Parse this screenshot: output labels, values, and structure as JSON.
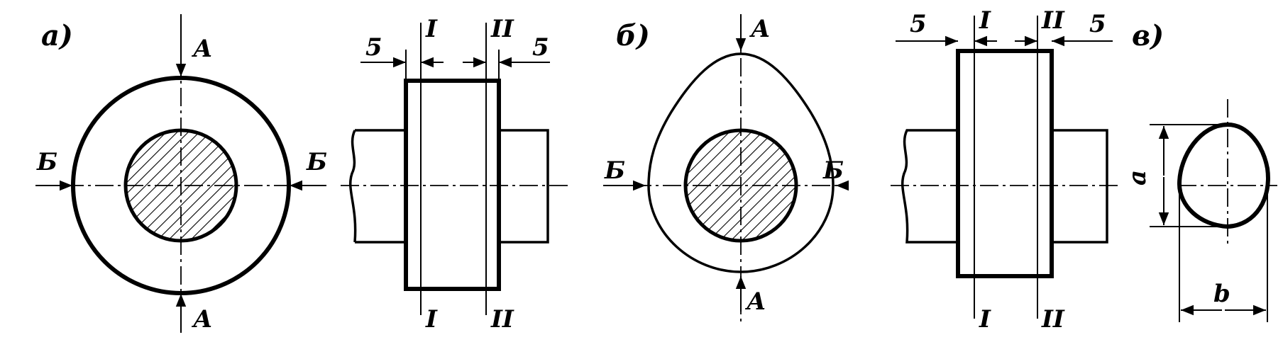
{
  "figure": {
    "panel_labels": {
      "a": "а)",
      "b": "б)",
      "c": "в)"
    },
    "section_arrows": {
      "vertical": "А",
      "horizontal": "Б"
    },
    "planes": {
      "first": "I",
      "second": "II"
    },
    "dimensions": {
      "offset": "5",
      "height": "a",
      "width": "b"
    }
  }
}
